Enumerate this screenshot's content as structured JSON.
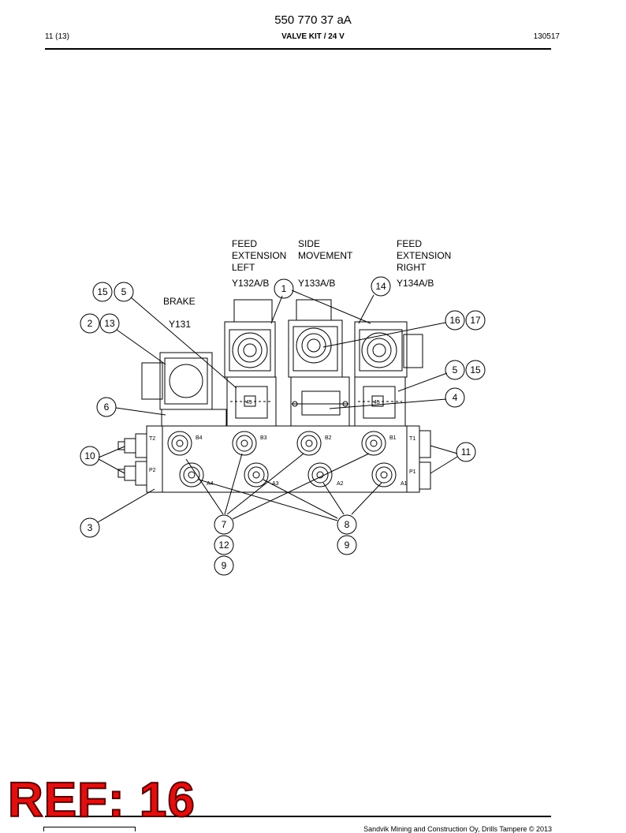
{
  "header": {
    "doc_number": "550 770 37 aA",
    "page": "11 (13)",
    "title": "VALVE KIT / 24 V",
    "date": "130517"
  },
  "labels": {
    "feed_left": [
      "FEED",
      "EXTENSION",
      "LEFT"
    ],
    "side_movement": [
      "SIDE",
      "MOVEMENT"
    ],
    "feed_right": [
      "FEED",
      "EXTENSION",
      "RIGHT"
    ],
    "y132": "Y132A/B",
    "y133": "Y133A/B",
    "y134": "Y134A/B",
    "brake": "BRAKE",
    "y131": "Y131"
  },
  "ports": {
    "t2": "T2",
    "p2": "P2",
    "t1": "T1",
    "p1": "P1",
    "b4": "B4",
    "b3": "B3",
    "b2": "B2",
    "b1": "B1",
    "a4": "A4",
    "a3": "A3",
    "a2": "A2",
    "a1": "A1"
  },
  "valve_marks": {
    "left": "45",
    "right": "45"
  },
  "balloons": [
    "15",
    "5",
    "2",
    "13",
    "1",
    "14",
    "16",
    "17",
    "5",
    "15",
    "4",
    "6",
    "10",
    "11",
    "3",
    "7",
    "8",
    "12",
    "9",
    "9"
  ],
  "footer": {
    "copyright": "Sandvik Mining and Construction Oy, Drills Tampere © 2013",
    "ref_stamp": "REF: 16"
  }
}
